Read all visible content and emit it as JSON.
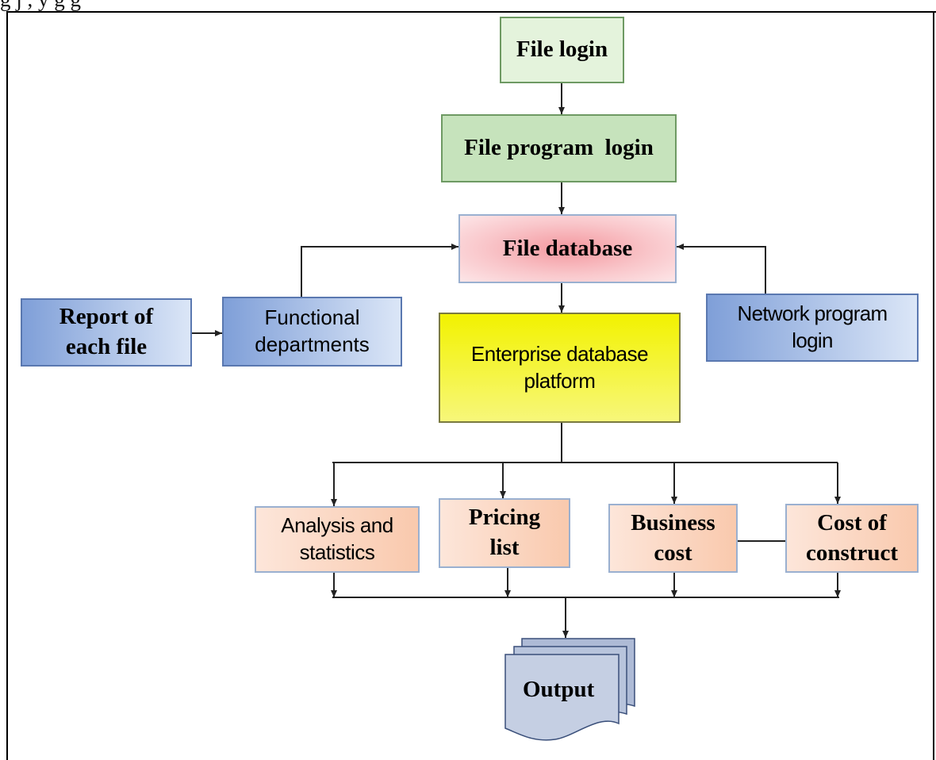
{
  "top_text": "g j , y g g",
  "nodes": {
    "file_login": "File login",
    "file_program_login": "File program  login",
    "file_database": "File database",
    "report_each_file": "Report of\neach file",
    "functional_departments": "Functional\ndepartments",
    "enterprise_database_platform": "Enterprise database\nplatform",
    "network_program_login": "Network program\nlogin",
    "analysis_statistics": "Analysis and\nstatistics",
    "pricing_list": "Pricing\nlist",
    "business_cost": "Business\ncost",
    "cost_of_construct": "Cost of\nconstruct",
    "output": "Output"
  },
  "colors": {
    "green_light": "#e4f3dc",
    "green": "#c6e3bc",
    "red_center": "#f4a0a6",
    "blue_dark": "#7f9fd8",
    "blue_light": "#dbe6f7",
    "yellow": "#f2f200",
    "orange": "#f9d2bd",
    "line": "#222222"
  }
}
